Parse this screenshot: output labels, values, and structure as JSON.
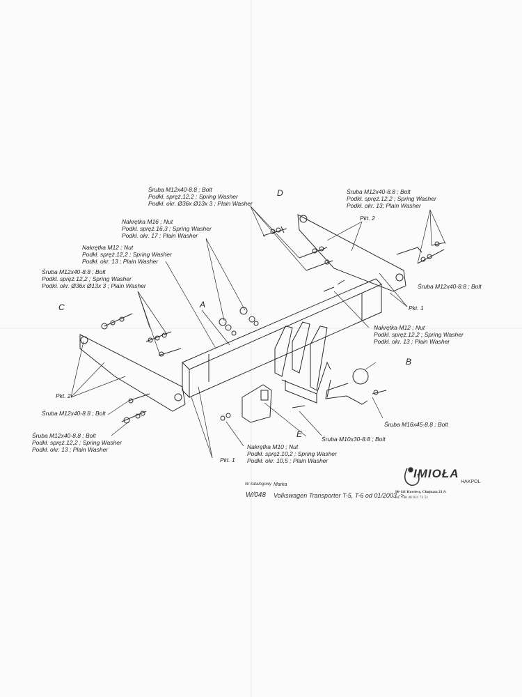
{
  "labels": {
    "d_bolt": [
      "Śruba M12x40-8.8 ; Bolt",
      "Podkł. spręż.12,2 ; Spring Washer",
      "Podkł. okr. Ø36x Ø13x 3 ; Plain Washer"
    ],
    "r_bolt": [
      "Śruba M12x40-8.8 ; Bolt",
      "Podkł. spręż.12,2 ; Spring Washer",
      "Podkł. okr. 13; Plain Washer"
    ],
    "nut_m16": [
      "Nakrętka M16 ; Nut",
      "Podkł. spręż.16,3 ; Spring Washer",
      "Podkł. okr. 17 ; Plain Washer"
    ],
    "nut_m12_left": [
      "Nakrętka M12 ; Nut",
      "Podkł. spręż.12,2 ; Spring Washer",
      "Podkł. okr. 13 ; Plain Washer"
    ],
    "c_bolt": [
      "Śruba M12x40-8.8 ; Bolt",
      "Podkł. spręż.12,2 ; Spring Washer",
      "Podkł. okr. Ø36x Ø13x 3 ; Plain Washer"
    ],
    "nut_m12_right": [
      "Nakrętka M12 ; Nut",
      "Podkł. spręż.12,2 ; Spring Washer",
      "Podkł. okr. 13 ; Plain Washer"
    ],
    "l_bolt_lower": [
      "Śruba M12x40-8.8 ; Bolt",
      "Podkł. spręż.12,2 ; Spring Washer",
      "Podkł. okr. 13 ; Plain Washer"
    ],
    "nut_m10": [
      "Nakrętka M10 ; Nut",
      "Podkł. spręż.10,2 ; Spring Washer",
      "Podkł. okr. 10,5 ; Plain Washer"
    ],
    "pkt2_right": "Pkt. 2",
    "pkt1_right": "Pkt. 1",
    "pkt2_left": "Pkt. 2",
    "pkt1_bottom": "Pkt. 1",
    "bolt_m12_right": "Śruba M12x40-8.8 ; Bolt",
    "bolt_m12_left": "Śruba M12x40-8.8 ; Bolt",
    "bolt_m16": "Śruba M16x45-8.8 ; Bolt",
    "bolt_m10": "Śruba M10x30-8.8 ; Bolt"
  },
  "letters": {
    "A": "A",
    "B": "B",
    "C": "C",
    "D": "D",
    "E": "E"
  },
  "title_block": {
    "catalog_caption": "Nr katalogowy",
    "make_caption": "Marka",
    "catalog_number": "W/048",
    "vehicle": "Volkswagen Transporter T-5, T-6  od 01/2003 ->"
  },
  "logo": {
    "name": "IMIOŁA",
    "sub": "HAKPOL",
    "address": "96-111 Kowiesy, Chojnata 23 A",
    "phone": "tel. +48 46 831 73 51"
  },
  "colors": {
    "line": "#2a2a2a",
    "paper": "#fbfbfb"
  }
}
